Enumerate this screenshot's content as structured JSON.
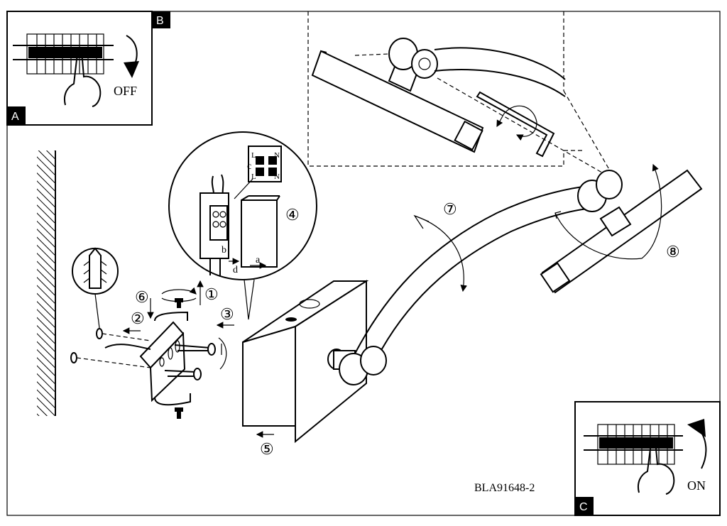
{
  "panels": {
    "a": {
      "corner_letter": "A",
      "tab_letter": "B",
      "switch_label": "OFF"
    },
    "c": {
      "corner_letter": "C",
      "switch_label": "ON"
    }
  },
  "steps": [
    "①",
    "②",
    "③",
    "④",
    "⑤",
    "⑥",
    "⑦",
    "⑧"
  ],
  "wiring": {
    "c": "c",
    "d": "d",
    "a": "a",
    "b": "b",
    "l_top": "L",
    "n_top": "N",
    "l_bot": "L",
    "n_bot": "N"
  },
  "doc_code": "BLA91648-2",
  "colors": {
    "line": "#000000",
    "background": "#ffffff",
    "tab_fill": "#000000"
  }
}
